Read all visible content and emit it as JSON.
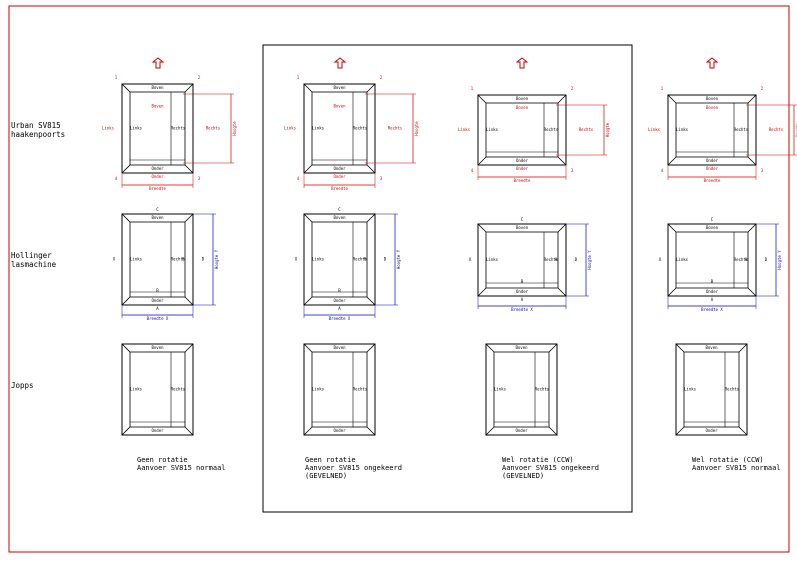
{
  "row_labels": [
    {
      "line1": "Urban SV815",
      "line2": "haakenpoorts"
    },
    {
      "line1": "Hollinger",
      "line2": "lasmachine"
    },
    {
      "line1": "Jopps",
      "line2": ""
    }
  ],
  "captions": [
    {
      "line1": "Geen rotatie",
      "line2": "Aanvoer SV815 normaal",
      "line3": ""
    },
    {
      "line1": "Geen rotatie",
      "line2": "Aanvoer SV815 ongekeerd",
      "line3": "(GEVELNED)"
    },
    {
      "line1": "Wel rotatie (CCW)",
      "line2": "Aanvoer SV815 ongekeerd",
      "line3": "(GEVELNED)"
    },
    {
      "line1": "Wel rotatie (CCW)",
      "line2": "Aanvoer SV815 normaal",
      "line3": ""
    }
  ],
  "labels": {
    "boven": "Boven",
    "onder": "Onder",
    "links": "Links",
    "rechts": "Rechts",
    "breedte": "Breedte",
    "breedte_x": "Breedte X",
    "hoogte_y": "Hoogte Y",
    "hoogte": "Hoogte",
    "corner1": "1",
    "corner2": "2",
    "corner3": "3",
    "corner4": "4",
    "a": "A",
    "b": "B",
    "c": "C",
    "d": "D",
    "h": "H",
    "x": "X",
    "y": "Y"
  },
  "colors": {
    "frame": "#000000",
    "red": "#cc0000",
    "blue": "#0000cc",
    "border": "#cc0000"
  },
  "icons": {
    "arrow": "up-arrow-icon"
  }
}
